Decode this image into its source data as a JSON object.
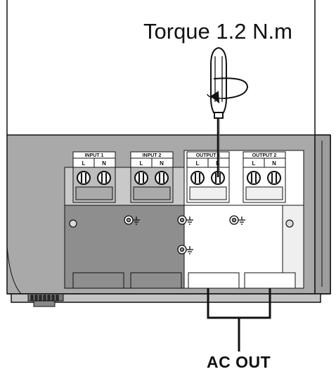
{
  "torque_label": "Torque 1.2 N.m",
  "ac_out_label": "AC OUT",
  "terminals": [
    {
      "label": "INPUT 1",
      "left": "L",
      "right": "N"
    },
    {
      "label": "INPUT 2",
      "left": "L",
      "right": "N"
    },
    {
      "label": "OUTPUT 1",
      "left": "L",
      "right": "N"
    },
    {
      "label": "OUTPUT 2",
      "left": "L",
      "right": "N"
    }
  ],
  "colors": {
    "housing": "#a9a9a9",
    "plate_dark": "#8e8e8e",
    "output_area": "#ffffff",
    "outline": "#111111"
  },
  "icons": [
    "screwdriver-icon",
    "rotation-arrow-icon",
    "ground-symbol-icon"
  ]
}
